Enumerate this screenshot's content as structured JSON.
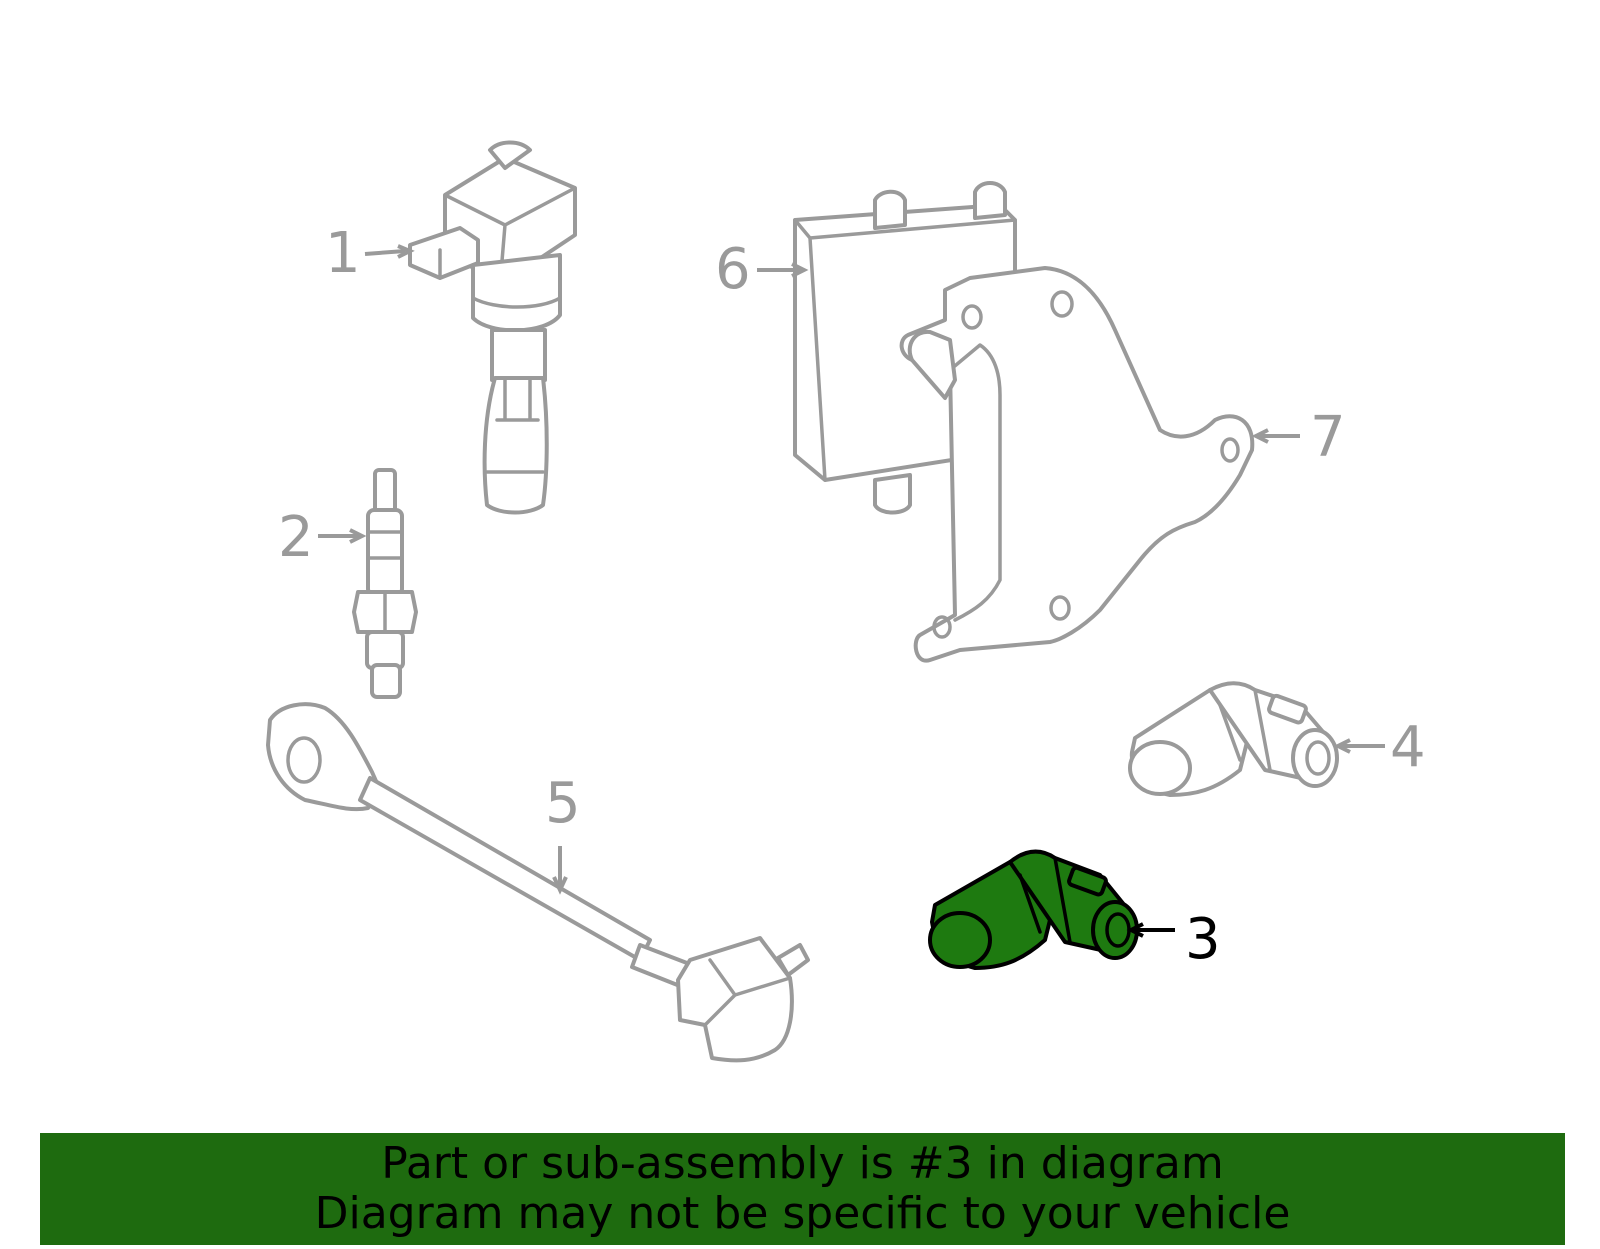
{
  "callouts": {
    "c1": "1",
    "c2": "2",
    "c3": "3",
    "c4": "4",
    "c5": "5",
    "c6": "6",
    "c7": "7"
  },
  "highlighted_part": "3",
  "colors": {
    "line_gray": "#9a9a9a",
    "highlight_fill": "#1e7a10",
    "banner_bg": "#1e6b0f",
    "text_dark": "#000000"
  },
  "banner": {
    "line1": "Part or sub-assembly is #3 in diagram",
    "line2": "Diagram may not be specific to your vehicle"
  }
}
